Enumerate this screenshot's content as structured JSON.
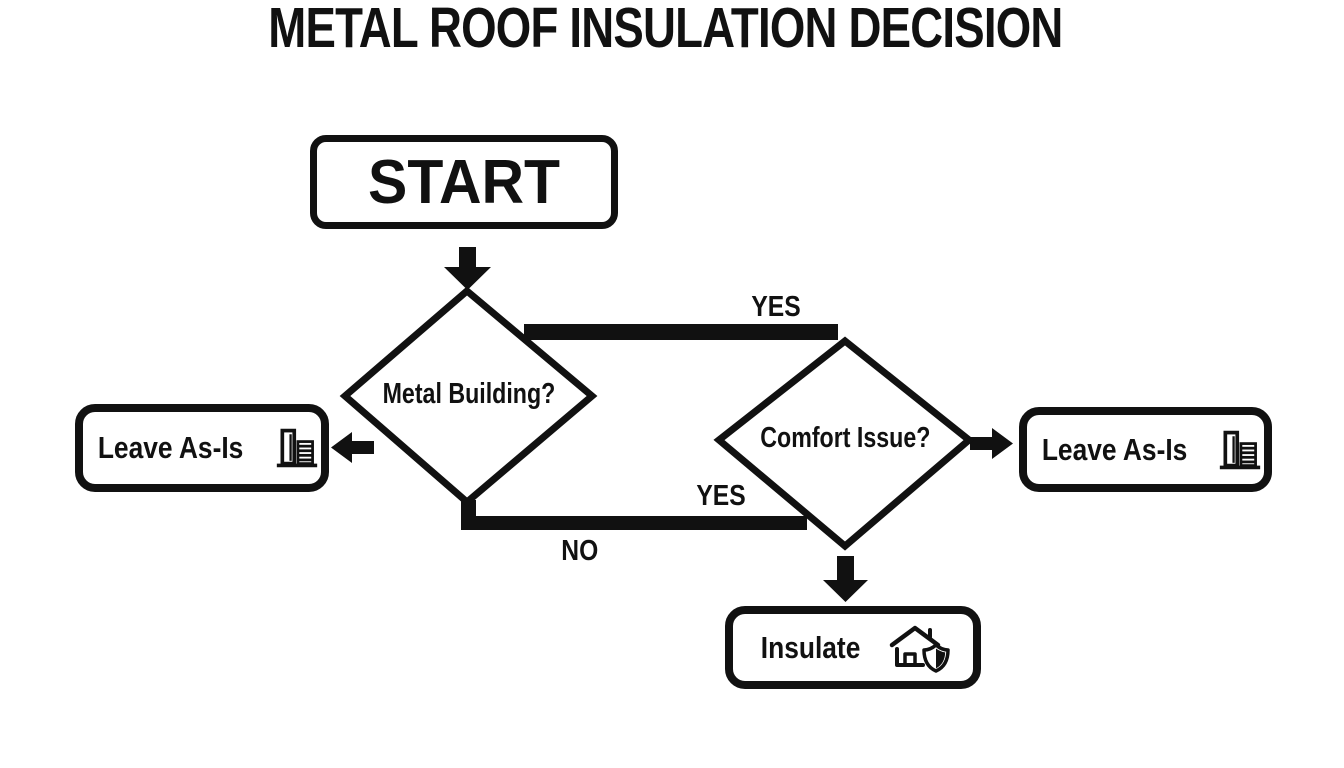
{
  "title": "METAL ROOF INSULATION DECISION",
  "flowchart": {
    "start": {
      "label": "START"
    },
    "decisions": [
      {
        "id": "metal-building",
        "label": "Metal Building?"
      },
      {
        "id": "comfort-issue",
        "label": "Comfort Issue?"
      }
    ],
    "outcomes": [
      {
        "id": "leave-as-is-left",
        "label": "Leave As-Is",
        "icon": "building-icon"
      },
      {
        "id": "leave-as-is-right",
        "label": "Leave As-Is",
        "icon": "building-icon"
      },
      {
        "id": "insulate",
        "label": "Insulate",
        "icon": "house-shield-icon"
      }
    ],
    "edge_labels": {
      "yes_top": "YES",
      "yes_bottom": "YES",
      "no_bottom": "NO"
    },
    "colors": {
      "ink": "#111111",
      "background": "#ffffff"
    }
  }
}
